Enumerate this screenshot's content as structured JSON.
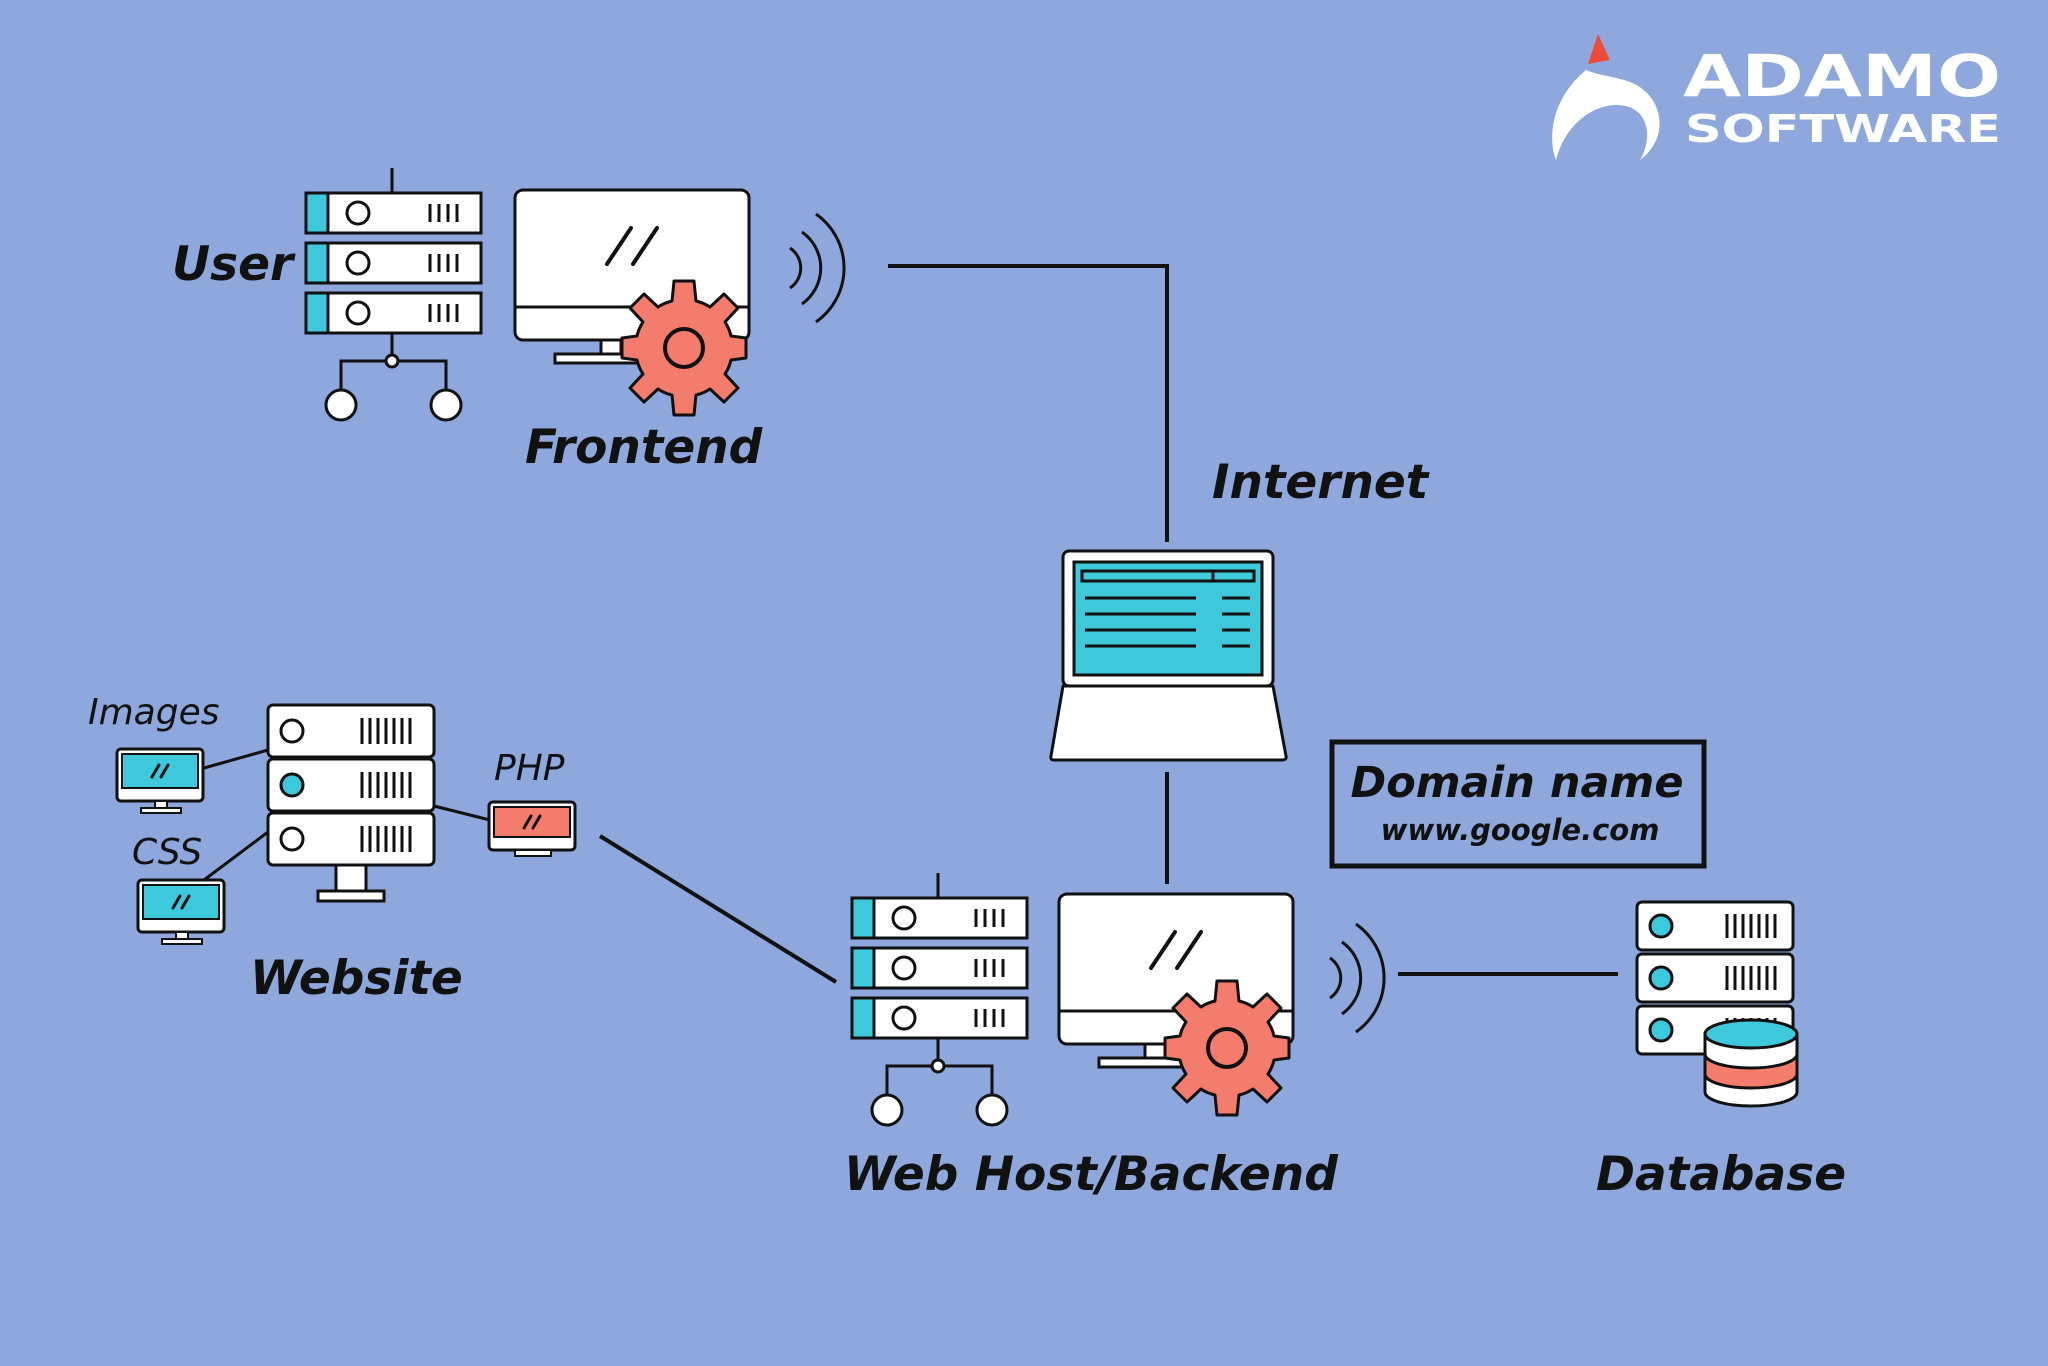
{
  "brand": {
    "line1": "ADAMO",
    "line2": "SOFTWARE"
  },
  "labels": {
    "user": "User",
    "frontend": "Frontend",
    "internet": "Internet",
    "images": "Images",
    "css": "CSS",
    "php": "PHP",
    "website": "Website",
    "web_host": "Web Host/Backend",
    "database": "Database"
  },
  "domain_box": {
    "title": "Domain name",
    "url": "www.google.com"
  },
  "colors": {
    "background": "#8ea8dd",
    "stroke": "#111111",
    "panel": "#ffffff",
    "accent_cyan": "#3ec8dc",
    "accent_coral": "#f47c6c",
    "logo_red": "#ef4b3b"
  }
}
